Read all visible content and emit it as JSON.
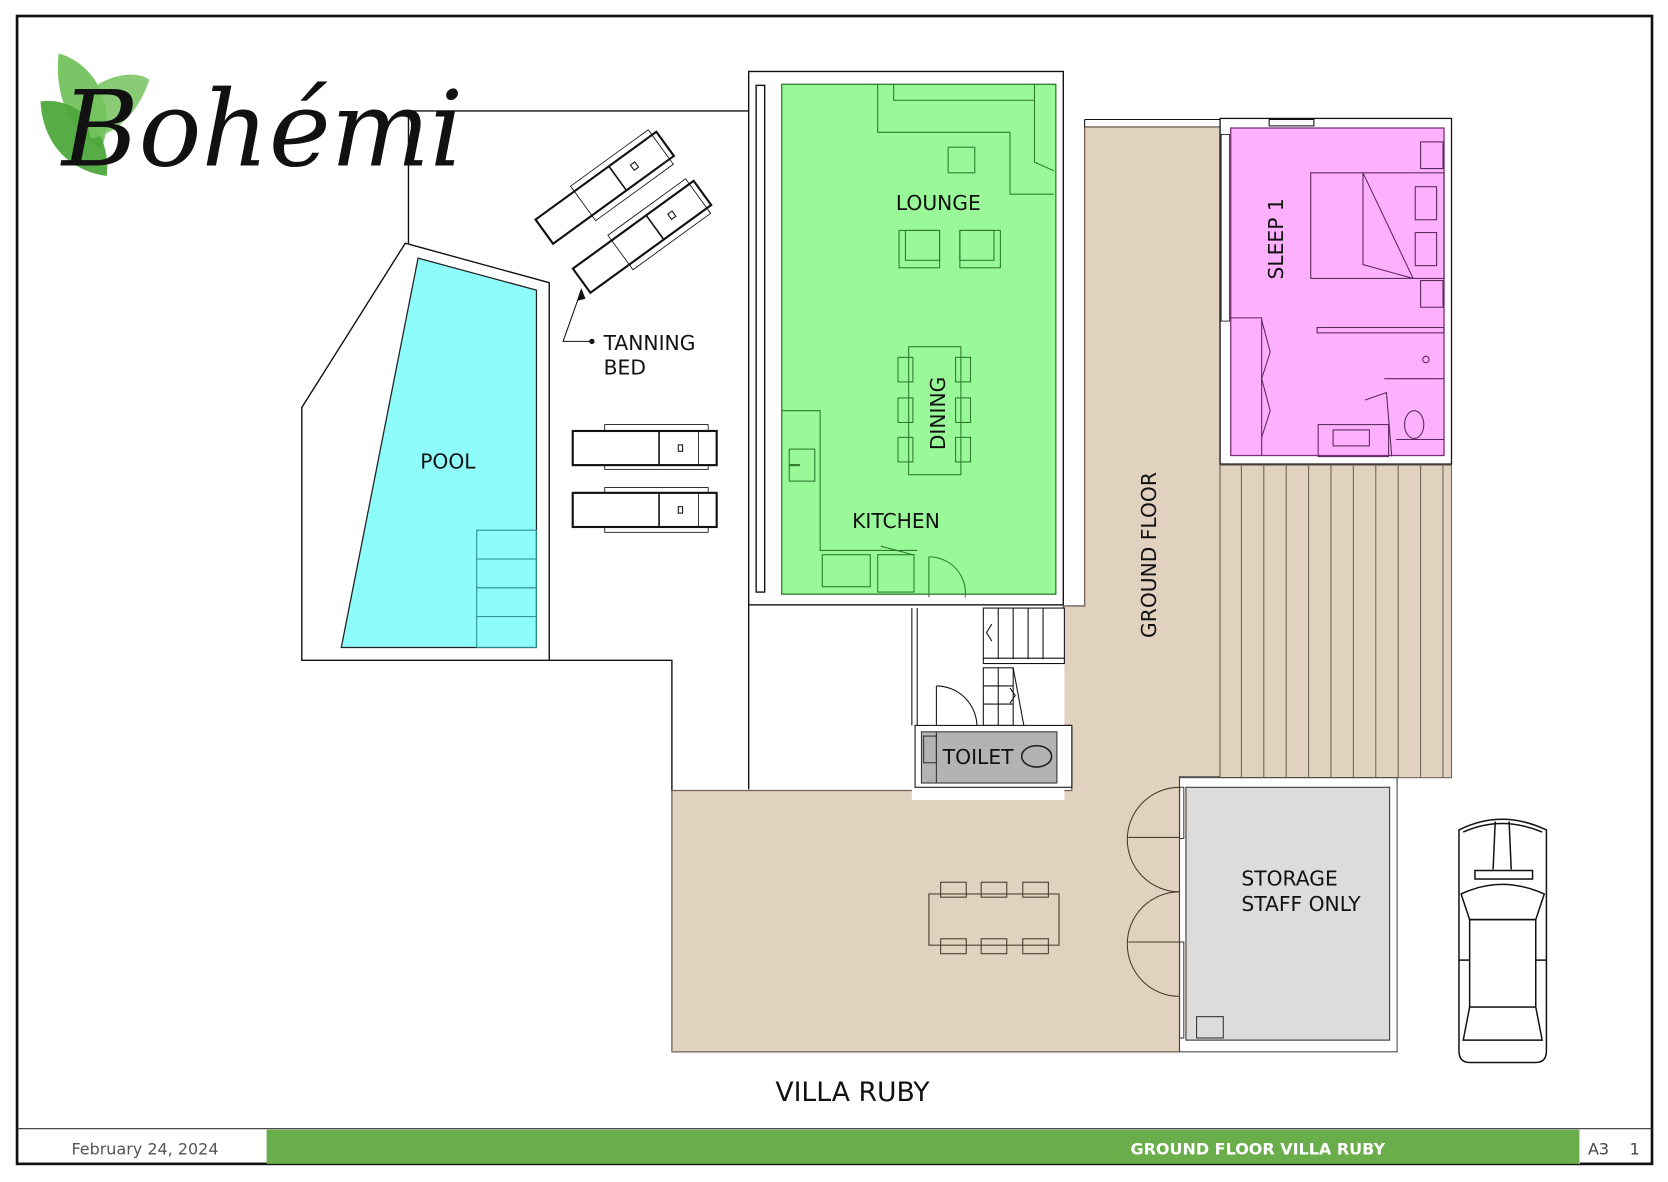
{
  "logo": {
    "text": "Bohémi",
    "leaf_color": "#5cb84a"
  },
  "plan": {
    "title": "VILLA RUBY",
    "colors": {
      "lounge": "#99f998",
      "sleep": "#fdb0fd",
      "pool": "#8ffcfc",
      "floor": "#e1d1bf",
      "toilet": "#b3b3b3",
      "storage": "#dcdcdc",
      "outline": "#000000"
    },
    "rooms": {
      "lounge": "LOUNGE",
      "dining": "DINING",
      "kitchen": "KITCHEN",
      "sleep": "SLEEP 1",
      "pool": "POOL",
      "tanning_line1": "TANNING",
      "tanning_line2": "BED",
      "ground_floor": "GROUND FLOOR",
      "toilet": "TOILET",
      "storage_line1": "STORAGE",
      "storage_line2": "STAFF ONLY"
    }
  },
  "footer": {
    "date": "February 24, 2024",
    "title": "GROUND FLOOR VILLA RUBY",
    "paper_size": "A3",
    "page": "1",
    "bar_color": "#6aad4b"
  }
}
